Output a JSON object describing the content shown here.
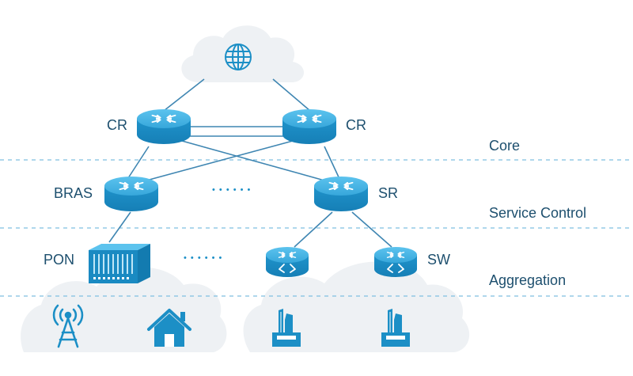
{
  "colors": {
    "accent": "#1c8fc6",
    "node_top": "#49b6e6",
    "node_side": "#1a8ac2",
    "link": "#3f86b2",
    "cloud": "#eef1f4",
    "divider": "#7fbfe0",
    "text": "#1d4f6e"
  },
  "nodes": [
    {
      "id": "cr-left",
      "label": "CR",
      "icon": "router-icon"
    },
    {
      "id": "cr-right",
      "label": "CR",
      "icon": "router-icon"
    },
    {
      "id": "bras",
      "label": "BRAS",
      "icon": "router-icon"
    },
    {
      "id": "sr",
      "label": "SR",
      "icon": "router-icon"
    },
    {
      "id": "pon",
      "label": "PON",
      "icon": "olt-chassis-icon"
    },
    {
      "id": "sw-left",
      "label": "",
      "icon": "switch-icon"
    },
    {
      "id": "sw-right",
      "label": "SW",
      "icon": "switch-icon"
    }
  ],
  "labels": {
    "cr_left": "CR",
    "cr_right": "CR",
    "bras": "BRAS",
    "sr": "SR",
    "pon": "PON",
    "sw": "SW",
    "ellipsis_service": "• • • • • •",
    "ellipsis_aggregation": "• • • • • •"
  },
  "layers": {
    "core": "Core",
    "service_control": "Service Control",
    "aggregation": "Aggregation"
  },
  "icons": {
    "internet": "globe-icon",
    "access": [
      "wireless-tower-icon",
      "home-icon",
      "enterprise-building-icon",
      "enterprise-building-icon"
    ]
  }
}
